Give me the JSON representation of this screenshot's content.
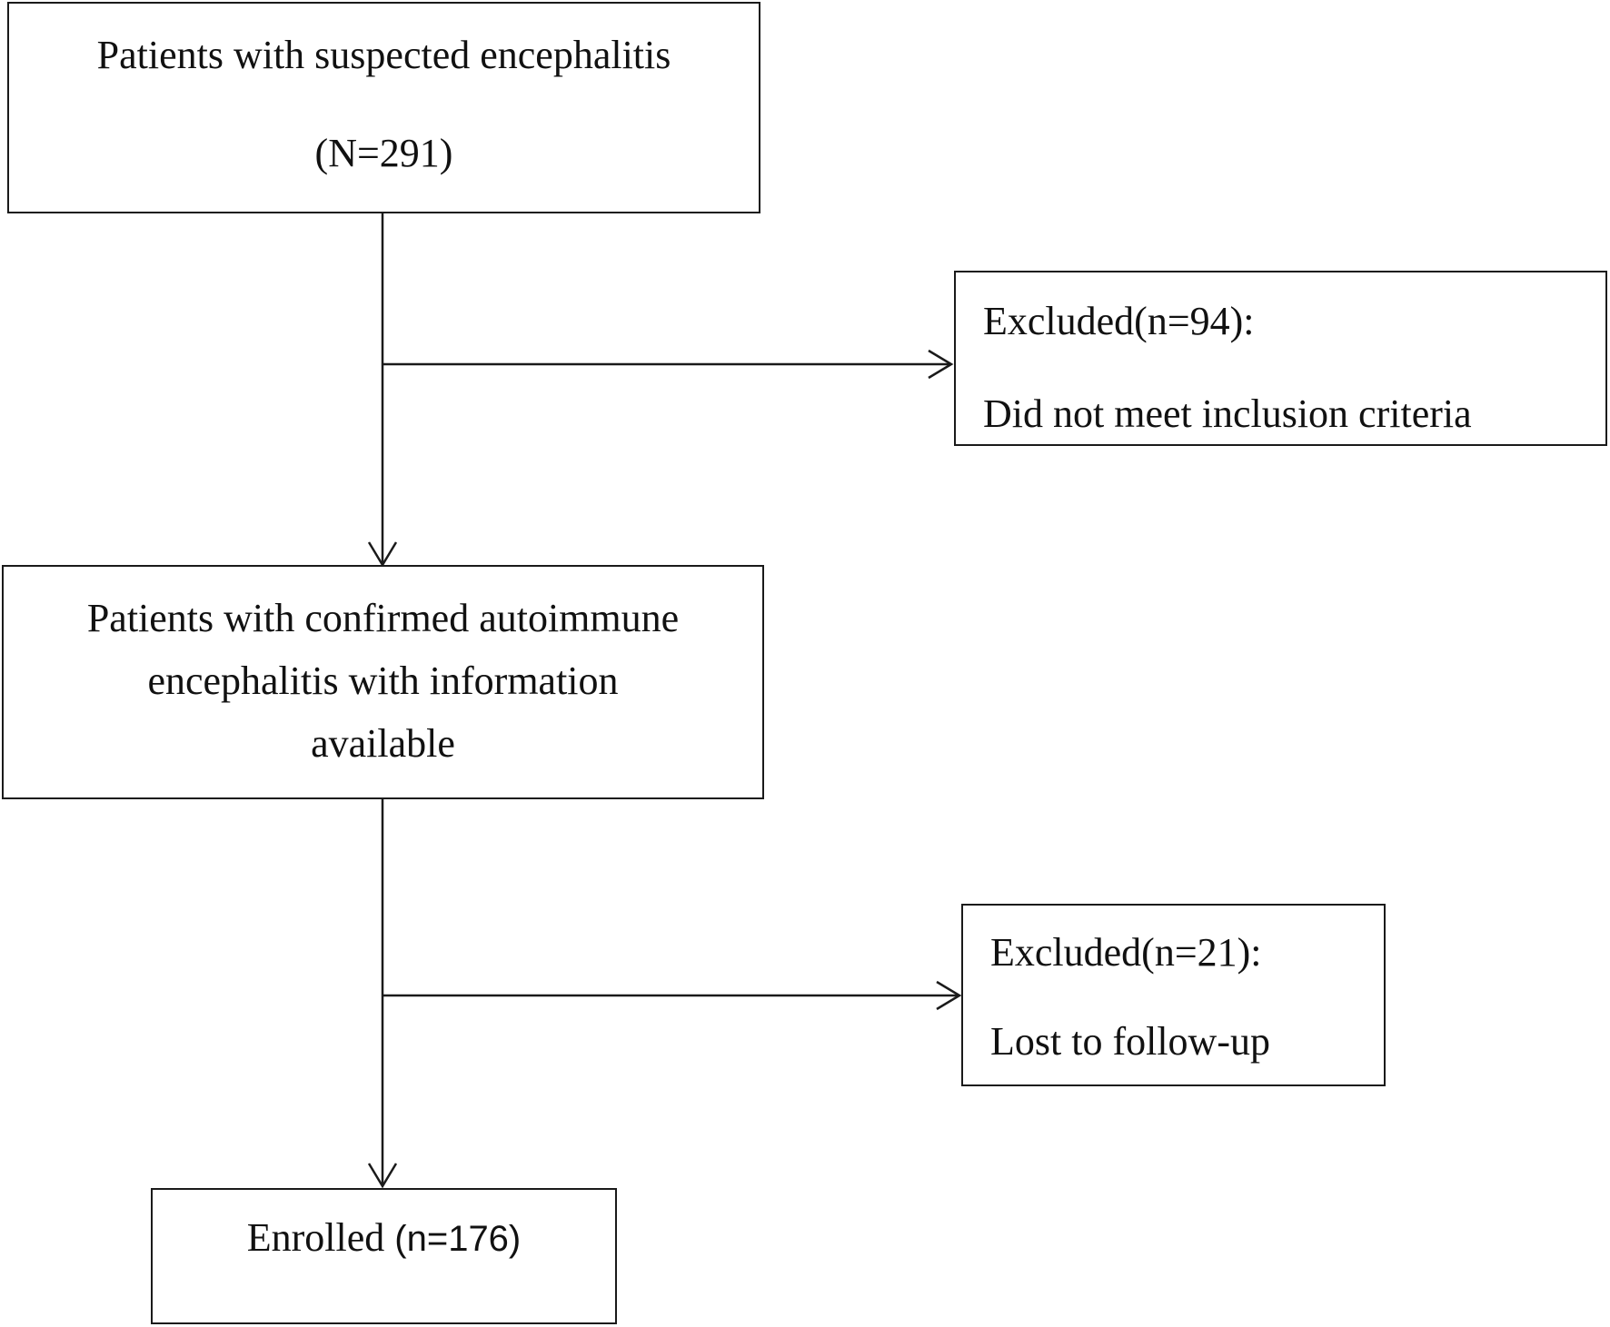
{
  "flowchart": {
    "suspected": {
      "line1": "Patients with suspected encephalitis",
      "line2": "(N=291)"
    },
    "excluded_first": {
      "line1": "Excluded(n=94):",
      "line2": "Did not meet inclusion criteria"
    },
    "confirmed": {
      "line1": "Patients with confirmed autoimmune",
      "line2": "encephalitis with information",
      "line3": "available"
    },
    "excluded_second": {
      "line1": "Excluded(n=21):",
      "line2": "Lost to follow-up"
    },
    "enrolled": {
      "label": "Enrolled",
      "count": "(n=176)"
    }
  }
}
